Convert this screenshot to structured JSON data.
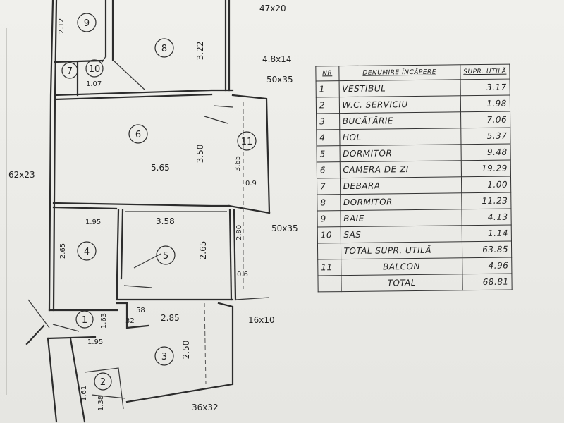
{
  "plan": {
    "dimensions": {
      "d_47x20": "47x20",
      "d_48x14": "4.8x14",
      "d_50x35_top": "50x35",
      "d_62x23": "62x23",
      "d_50x35_right": "50x35",
      "d_16x10": "16x10",
      "d_36x32": "36x32",
      "m_212": "2.12",
      "m_322": "3.22",
      "m_107": "1.07",
      "m_565": "5.65",
      "m_350": "3.50",
      "m_365": "3.65",
      "m_09": "0.9",
      "m_195a": "1.95",
      "m_358": "3.58",
      "m_265a": "2.65",
      "m_265b": "2.65",
      "m_280": "2.80",
      "m_06": "0.6",
      "m_163": "1.63",
      "m_58": "58",
      "m_32": "32",
      "m_285": "2.85",
      "m_195b": "1.95",
      "m_250": "2.50",
      "m_161": "1.61",
      "m_138": "1.38"
    },
    "rooms": {
      "r1": "1",
      "r2": "2",
      "r3": "3",
      "r4": "4",
      "r5": "5",
      "r6": "6",
      "r7": "7",
      "r8": "8",
      "r9": "9",
      "r10": "10",
      "r11": "11"
    }
  },
  "legend": {
    "header_nr": "NR",
    "header_name": "DENUMIRE ÎNCĂPERE",
    "header_area": "SUPR. UTILĂ",
    "rows": [
      {
        "nr": "1",
        "name": "VESTIBUL",
        "area": "3.17"
      },
      {
        "nr": "2",
        "name": "W.C. SERVICIU",
        "area": "1.98"
      },
      {
        "nr": "3",
        "name": "BUCĂTĂRIE",
        "area": "7.06"
      },
      {
        "nr": "4",
        "name": "HOL",
        "area": "5.37"
      },
      {
        "nr": "5",
        "name": "DORMITOR",
        "area": "9.48"
      },
      {
        "nr": "6",
        "name": "CAMERA DE ZI",
        "area": "19.29"
      },
      {
        "nr": "7",
        "name": "DEBARA",
        "area": "1.00"
      },
      {
        "nr": "8",
        "name": "DORMITOR",
        "area": "11.23"
      },
      {
        "nr": "9",
        "name": "BAIE",
        "area": "4.13"
      },
      {
        "nr": "10",
        "name": "SAS",
        "area": "1.14"
      }
    ],
    "total_util_label": "TOTAL SUPR. UTILĂ",
    "total_util_value": "63.85",
    "balcon_nr": "11",
    "balcon_label": "BALCON",
    "balcon_value": "4.96",
    "total_label": "TOTAL",
    "total_value": "68.81"
  }
}
